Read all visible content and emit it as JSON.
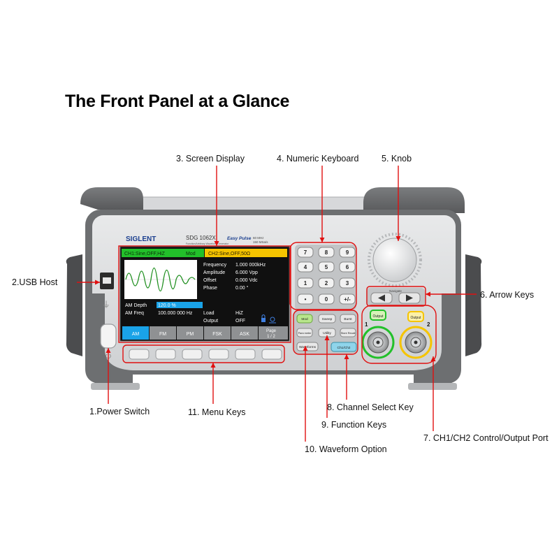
{
  "title": "The Front Panel at a Glance",
  "callouts": {
    "usb_host": "2.USB Host",
    "screen_display": "3. Screen Display",
    "numeric_keyboard": "4. Numeric Keyboard",
    "knob": "5. Knob",
    "arrow_keys": "6. Arrow Keys",
    "power_switch": "1.Power Switch",
    "menu_keys": "11. Menu Keys",
    "channel_select_key": "8. Channel Select Key",
    "function_keys": "9. Function Keys",
    "output_port": "7. CH1/CH2 Control/Output Port",
    "waveform_option": "10. Waveform Option"
  },
  "device": {
    "brand": "SIGLENT",
    "model": "SDG 1062X",
    "model_sub": "Function/Arbitrary Waveform Generator",
    "easy_pulse": "Easy Pulse",
    "spec_line1": "60 MHz",
    "spec_line2": "150 MSa/s",
    "colors": {
      "ch1": "#22c02a",
      "ch2": "#f5c400",
      "callout_line": "#e01010",
      "menu_active": "#1aa3e8"
    },
    "screen": {
      "ch1_tab": "CH1:Sine,OFF,HiZ",
      "mod_label": "Mod",
      "ch2_tab": "CH2:Sine,OFF,50Ω",
      "params": [
        {
          "label": "Frequency",
          "value": "1.000 000kHz"
        },
        {
          "label": "Amplitude",
          "value": "6.000 Vpp"
        },
        {
          "label": "Offset",
          "value": "0.000 Vdc"
        },
        {
          "label": "Phase",
          "value": "0.00 °"
        }
      ],
      "am_depth_label": "AM Depth",
      "am_depth_value": "120.0 %",
      "am_freq_label": "AM Freq",
      "am_freq_value": "100.000 000 Hz",
      "load_label": "Load",
      "load_value": "HiZ",
      "output_label": "Output",
      "output_value": "OFF",
      "menu": [
        "AM",
        "FM",
        "PM",
        "FSK",
        "ASK"
      ],
      "page_label": "Page",
      "page_value": "1 / 2"
    },
    "numeric_keys": [
      "7",
      "8",
      "9",
      "4",
      "5",
      "6",
      "1",
      "2",
      "3",
      "•",
      "0",
      "+/-"
    ],
    "arrow_label": "Navigate",
    "function_keys": {
      "mod": "Mod",
      "sweep": "Sweep",
      "burst": "Burst",
      "parameter": "Para meter",
      "utility": "Utility",
      "store_recall": "Store Recall",
      "waveforms": "Waveforms",
      "ch1_ch2": "Ch1/Ch2"
    },
    "output_ch1": "Output",
    "output_ch2": "Output",
    "port_num_1": "1",
    "port_num_2": "2"
  }
}
